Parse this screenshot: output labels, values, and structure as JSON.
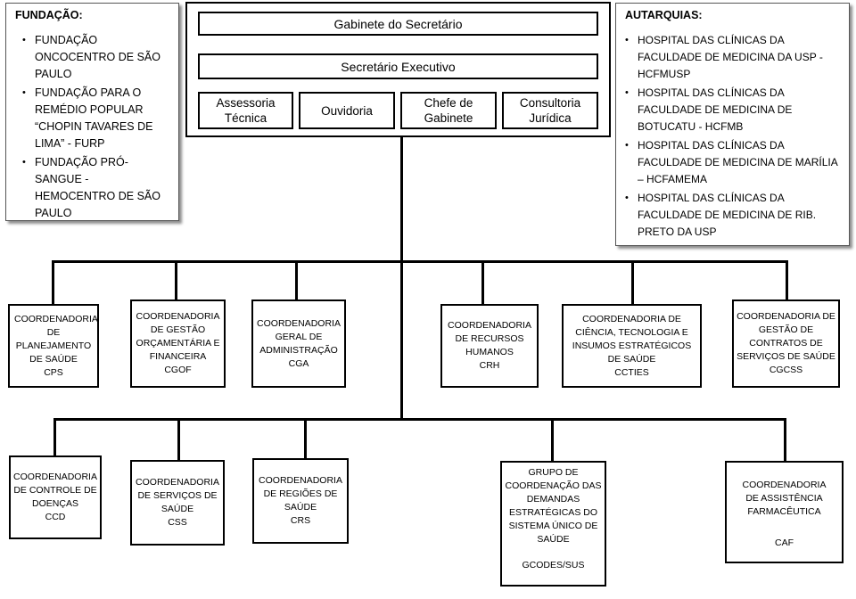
{
  "fundacao": {
    "title": "FUNDAÇÃO:",
    "items": [
      "FUNDAÇÃO ONCOCENTRO DE SÃO PAULO",
      "FUNDAÇÃO PARA O REMÉDIO POPULAR “CHOPIN TAVARES DE LIMA” - FURP",
      "FUNDAÇÃO PRÓ-SANGUE - HEMOCENTRO DE SÃO PAULO"
    ]
  },
  "autarquias": {
    "title": "AUTARQUIAS:",
    "items": [
      "HOSPITAL DAS CLÍNICAS DA FACULDADE DE MEDICINA DA USP - HCFMUSP",
      "HOSPITAL DAS CLÍNICAS DA FACULDADE DE MEDICINA DE BOTUCATU - HCFMB",
      "HOSPITAL DAS CLÍNICAS DA FACULDADE DE MEDICINA DE MARÍLIA – HCFAMEMA",
      "HOSPITAL DAS CLÍNICAS DA FACULDADE DE MEDICINA DE RIB. PRETO DA USP"
    ]
  },
  "top": {
    "gabinete": "Gabinete do Secretário",
    "secretario_executivo": "Secretário  Executivo",
    "units": [
      "Assessoria Técnica",
      "Ouvidoria",
      "Chefe de Gabinete",
      "Consultoria Jurídica"
    ]
  },
  "row1": [
    {
      "name": "COORDENADORIA DE PLANEJAMENTO DE SAÚDE",
      "abbr": "CPS"
    },
    {
      "name": "COORDENADORIA DE GESTÃO ORÇAMENTÁRIA E FINANCEIRA",
      "abbr": "CGOF"
    },
    {
      "name": "COORDENADORIA GERAL DE ADMINISTRAÇÃO",
      "abbr": "CGA"
    },
    {
      "name": "COORDENADORIA DE RECURSOS HUMANOS",
      "abbr": "CRH"
    },
    {
      "name": "COORDENADORIA DE CIÊNCIA, TECNOLOGIA E INSUMOS ESTRATÉGICOS DE SAÚDE",
      "abbr": "CCTIES"
    },
    {
      "name": "COORDENADORIA DE GESTÃO DE CONTRATOS DE SERVIÇOS DE SAÚDE",
      "abbr": "CGCSS"
    }
  ],
  "row2": [
    {
      "name": "COORDENADORIA DE CONTROLE DE DOENÇAS",
      "abbr": "CCD"
    },
    {
      "name": "COORDENADORIA DE SERVIÇOS DE SAÚDE",
      "abbr": "CSS"
    },
    {
      "name": "COORDENADORIA DE REGIÕES DE SAÚDE",
      "abbr": "CRS"
    },
    {
      "name": "GRUPO DE COORDENAÇÃO DAS DEMANDAS ESTRATÉGICAS DO SISTEMA ÚNICO DE SAÚDE",
      "abbr": "GCODES/SUS"
    },
    {
      "name": "COORDENADORIA DE ASSISTÊNCIA FARMACÊUTICA",
      "abbr": "CAF"
    }
  ]
}
